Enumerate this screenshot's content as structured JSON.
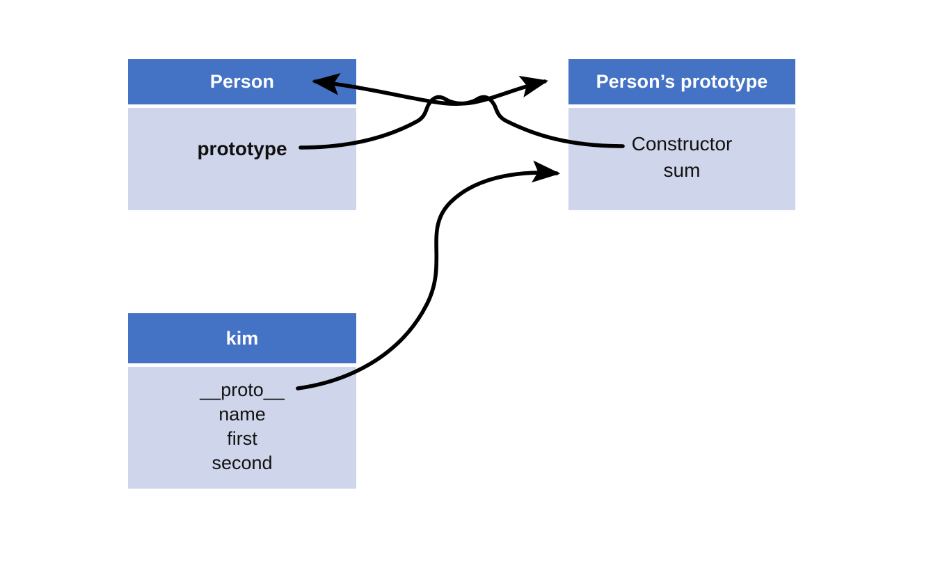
{
  "diagram": {
    "title": "JavaScript prototype chain diagram",
    "background": "#ffffff",
    "colors": {
      "header_fill": "#4472C4",
      "header_text": "#ffffff",
      "body_fill": "#CFD5EA",
      "body_text": "#111111",
      "arrow": "#000000"
    },
    "boxes": [
      {
        "id": "person",
        "title": "Person",
        "properties": [
          "prototype"
        ]
      },
      {
        "id": "person_prototype",
        "title": "Person’s prototype",
        "properties": [
          "Constructor",
          "sum"
        ]
      },
      {
        "id": "kim",
        "title": "kim",
        "properties": [
          "__proto__",
          "name",
          "first",
          "second"
        ]
      }
    ],
    "connectors": [
      {
        "id": "prototype-to-person-prototype",
        "from": "person.prototype",
        "to": "person_prototype",
        "arrowhead": "end",
        "style": "curved"
      },
      {
        "id": "constructor-to-person",
        "from": "person_prototype.Constructor",
        "to": "person",
        "arrowhead": "end",
        "style": "curved"
      },
      {
        "id": "proto-to-person-prototype",
        "from": "kim.__proto__",
        "to": "person_prototype",
        "arrowhead": "end",
        "style": "s-curve"
      }
    ]
  }
}
